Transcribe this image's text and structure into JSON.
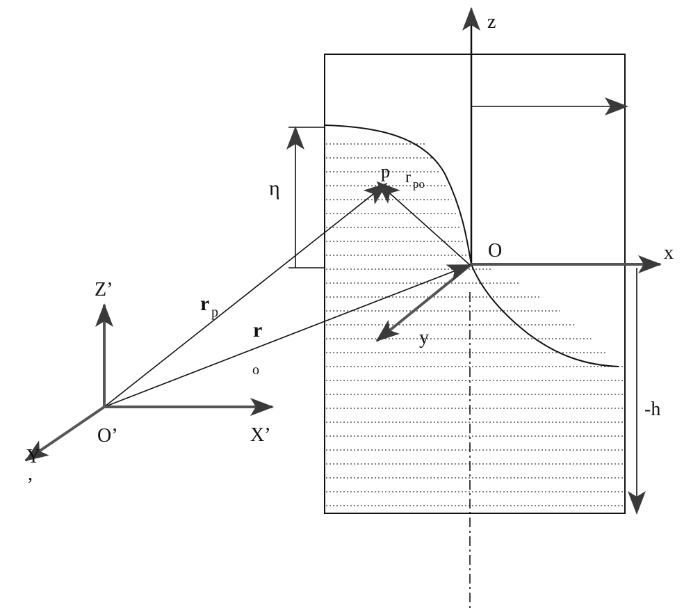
{
  "labels": {
    "z": "z",
    "x": "x",
    "y": "y",
    "origin": "O",
    "eta": "η",
    "p": "p",
    "r_po_base": "r",
    "r_po_sub": "po",
    "r_p_base": "r",
    "r_p_sub": "p",
    "r_o_base": "r",
    "r_o_sub": "o",
    "z_prime": "Z’",
    "x_prime": "X’",
    "y_prime_top": "Y",
    "y_prime_bottom": ",",
    "origin_prime": "O’",
    "depth": "-h"
  },
  "colors": {
    "line": "#111111",
    "arrow": "#3a3a3a",
    "hatch": "#555555"
  }
}
